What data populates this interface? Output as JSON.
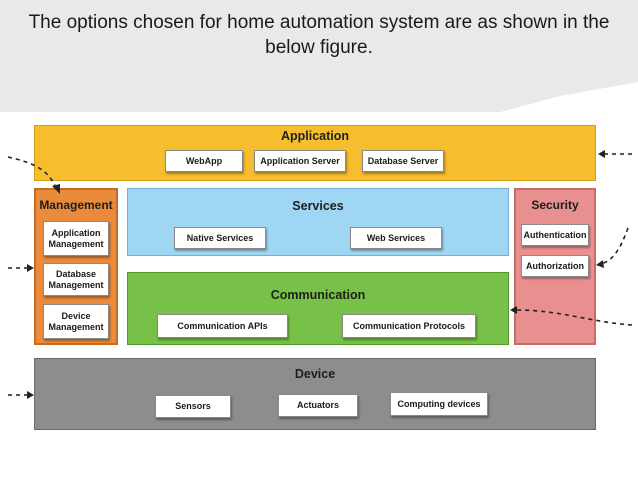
{
  "caption": "The options chosen for home automation system are as shown in the below figure.",
  "colors": {
    "application": "#f6bd2e",
    "services": "#9fd6f3",
    "communication": "#78c148",
    "device": "#8d8d8d",
    "management": "#ea8a3c",
    "security": "#e89090"
  },
  "diagram": {
    "application": {
      "title": "Application",
      "items": [
        "WebApp",
        "Application Server",
        "Database Server"
      ]
    },
    "services": {
      "title": "Services",
      "items": [
        "Native Services",
        "Web Services"
      ]
    },
    "communication": {
      "title": "Communication",
      "items": [
        "Communication APIs",
        "Communication Protocols"
      ]
    },
    "device": {
      "title": "Device",
      "items": [
        "Sensors",
        "Actuators",
        "Computing devices"
      ]
    },
    "management": {
      "title": "Management",
      "items": [
        "Application Management",
        "Database Management",
        "Device Management"
      ]
    },
    "security": {
      "title": "Security",
      "items": [
        "Authentication",
        "Authorization"
      ]
    }
  }
}
